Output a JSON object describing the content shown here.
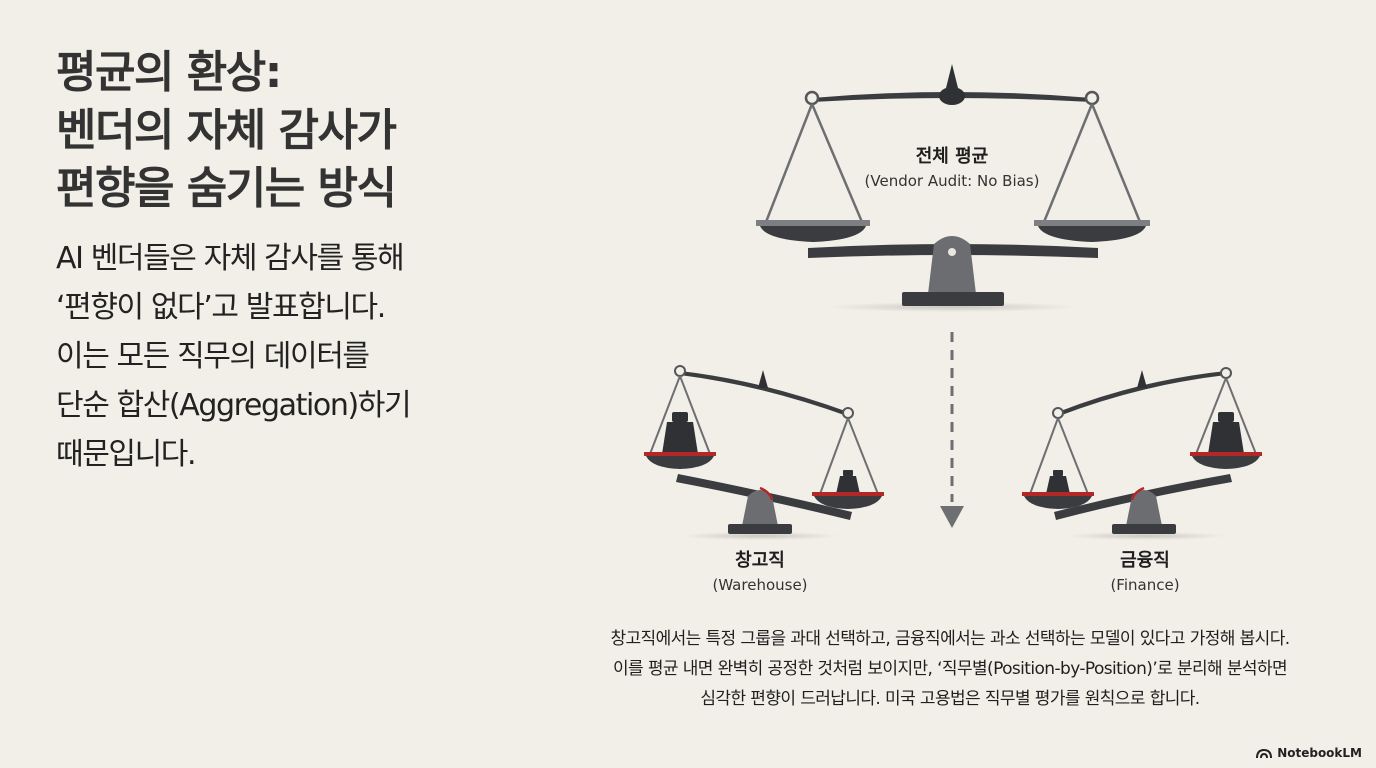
{
  "title_lines": [
    "평균의 환상:",
    "벤더의 자체 감사가",
    "편향을 숨기는 방식"
  ],
  "intro_lines": [
    "AI 벤더들은 자체 감사를 통해",
    "‘편향이 없다’고 발표합니다.",
    "이는 모든 직무의 데이터를",
    "단순 합산(Aggregation)하기",
    "때문입니다."
  ],
  "diagram": {
    "top_scale": {
      "label": "전체 평균",
      "sublabel": "(Vendor Audit: No Bias)"
    },
    "left_scale": {
      "label": "창고직",
      "sublabel": "(Warehouse)"
    },
    "right_scale": {
      "label": "금융직",
      "sublabel": "(Finance)"
    }
  },
  "caption_lines": [
    "창고직에서는 특정 그룹을 과대 선택하고, 금융직에서는 과소 선택하는 모델이 있다고 가정해 봅시다.",
    "이를 평균 내면 완벽히 공정한 것처럼 보이지만, ‘직무별(Position-by-Position)’로 분리해 분석하면",
    "심각한 편향이 드러납니다. 미국 고용법은 직무별 평가를 원칙으로 합니다."
  ],
  "brand": {
    "name": "NotebookLM",
    "icon": "notebooklm-logo-icon"
  },
  "colors": {
    "background": "#f1efe7",
    "dark": "#3a3c3f",
    "mid": "#6d6f73",
    "accent_red": "#b32727"
  }
}
